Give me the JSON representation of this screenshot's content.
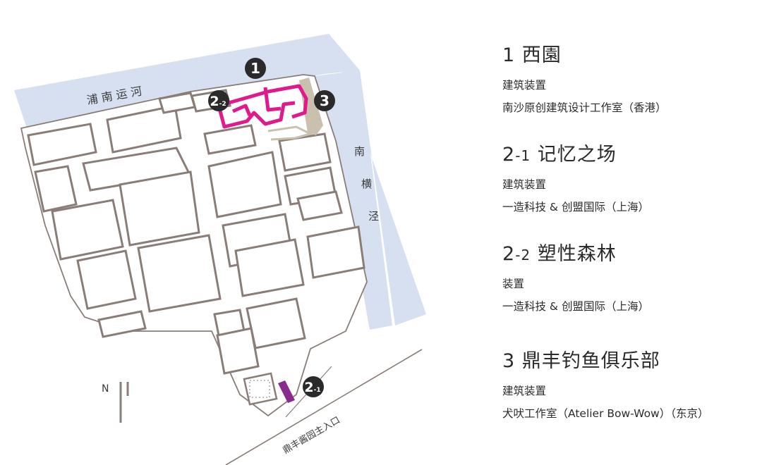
{
  "map": {
    "canal_label": "浦 南 运 河",
    "creek_label_chars": [
      "南",
      "横",
      "泾"
    ],
    "entrance_label": "鼎丰酱园主入口",
    "north_label": "N",
    "markers": [
      {
        "id": "1",
        "label": "1",
        "sub": ""
      },
      {
        "id": "2-2",
        "label": "2",
        "sub": "-2"
      },
      {
        "id": "3",
        "label": "3",
        "sub": ""
      },
      {
        "id": "2-1",
        "label": "2",
        "sub": "-1"
      }
    ],
    "colors": {
      "water": "#d7e0f0",
      "building_stroke": "#8a7d78",
      "marker": "#2a2a2a",
      "installation_magenta": "#e0198c",
      "installation_purple": "#8a2a8e",
      "club_tan": "#c9c1ad"
    }
  },
  "legend": [
    {
      "number": "1",
      "suffix": "",
      "name": "西園",
      "type": "建筑装置",
      "designer": "南沙原创建筑设计工作室（香港）"
    },
    {
      "number": "2",
      "suffix": "-1",
      "name": "记忆之场",
      "type": "建筑装置",
      "designer": "一造科技 & 创盟国际（上海）"
    },
    {
      "number": "2",
      "suffix": "-2",
      "name": "塑性森林",
      "type": "装置",
      "designer": "一造科技 & 创盟国际（上海）"
    },
    {
      "number": "3",
      "suffix": "",
      "name": "鼎丰钓鱼俱乐部",
      "type": "建筑装置",
      "designer": "犬吠工作室（Atelier Bow-Wow）（东京）"
    }
  ]
}
